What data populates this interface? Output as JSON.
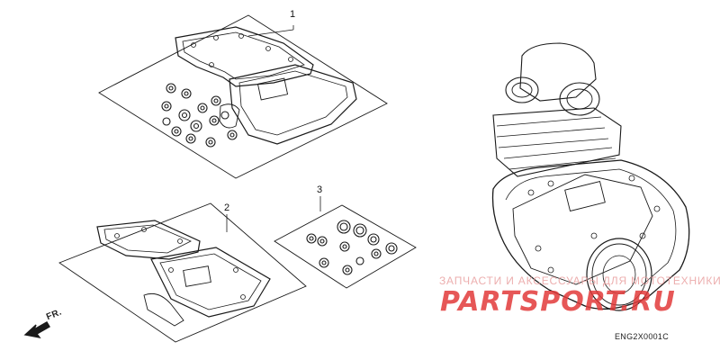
{
  "callouts": {
    "item1": "1",
    "item2": "2",
    "item3": "3"
  },
  "front_indicator": "FR.",
  "watermark": {
    "tagline": "ЗАПЧАСТИ И АКСЕССУАРЫ ДЛЯ МОТОТЕХНИКИ",
    "logo_text": "PARTSPORT.RU"
  },
  "diagram_code": "ENG2X0001C",
  "colors": {
    "line": "#1a1a1a",
    "watermark_red": "#e23a3a",
    "watermark_pink": "#e89a9a"
  },
  "icons": [
    "front-arrow-icon"
  ]
}
